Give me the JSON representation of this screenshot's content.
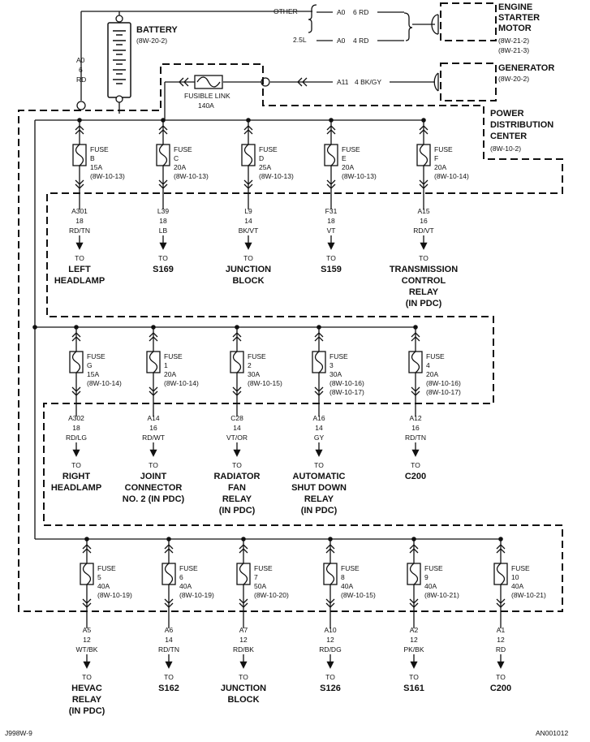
{
  "battery": {
    "title": "BATTERY",
    "ref": "(8W-20-2)",
    "wire_code": "A0",
    "wire_gauge": "6",
    "wire_color": "RD"
  },
  "starter": {
    "title_lines": [
      "ENGINE",
      "STARTER",
      "MOTOR"
    ],
    "refs": [
      "(8W-21-2)",
      "(8W-21-3)"
    ],
    "wires": [
      {
        "label": "OTHER",
        "circuit": "A0",
        "spec": "6 RD"
      },
      {
        "label": "2.5L",
        "circuit": "A0",
        "spec": "4 RD"
      }
    ]
  },
  "generator": {
    "title": "GENERATOR",
    "ref": "(8W-20-2)",
    "circuit": "A11",
    "spec": "4 BK/GY"
  },
  "fusible_link": {
    "title": "FUSIBLE LINK",
    "rating": "140A"
  },
  "pdc": {
    "title_lines": [
      "POWER",
      "DISTRIBUTION",
      "CENTER"
    ],
    "ref": "(8W-10-2)"
  },
  "rows": [
    {
      "fuses": [
        {
          "label": "FUSE",
          "id": "B",
          "amps": "15A",
          "refs": [
            "(8W-10-13)"
          ],
          "wire": [
            "A301",
            "18",
            "RD/TN"
          ],
          "to": "TO",
          "dest": [
            "LEFT",
            "HEADLAMP"
          ]
        },
        {
          "label": "FUSE",
          "id": "C",
          "amps": "20A",
          "refs": [
            "(8W-10-13)"
          ],
          "wire": [
            "L39",
            "18",
            "LB"
          ],
          "to": "TO",
          "dest": [
            "S169"
          ]
        },
        {
          "label": "FUSE",
          "id": "D",
          "amps": "25A",
          "refs": [
            "(8W-10-13)"
          ],
          "wire": [
            "L9",
            "14",
            "BK/VT"
          ],
          "to": "TO",
          "dest": [
            "JUNCTION",
            "BLOCK"
          ]
        },
        {
          "label": "FUSE",
          "id": "E",
          "amps": "20A",
          "refs": [
            "(8W-10-13)"
          ],
          "wire": [
            "F31",
            "18",
            "VT"
          ],
          "to": "TO",
          "dest": [
            "S159"
          ]
        },
        {
          "label": "FUSE",
          "id": "F",
          "amps": "20A",
          "refs": [
            "(8W-10-14)"
          ],
          "wire": [
            "A15",
            "16",
            "RD/VT"
          ],
          "to": "TO",
          "dest": [
            "TRANSMISSION",
            "CONTROL",
            "RELAY",
            "(IN PDC)"
          ]
        }
      ]
    },
    {
      "fuses": [
        {
          "label": "FUSE",
          "id": "G",
          "amps": "15A",
          "refs": [
            "(8W-10-14)"
          ],
          "wire": [
            "A302",
            "18",
            "RD/LG"
          ],
          "to": "TO",
          "dest": [
            "RIGHT",
            "HEADLAMP"
          ]
        },
        {
          "label": "FUSE",
          "id": "1",
          "amps": "20A",
          "refs": [
            "(8W-10-14)"
          ],
          "wire": [
            "A14",
            "16",
            "RD/WT"
          ],
          "to": "TO",
          "dest": [
            "JOINT",
            "CONNECTOR",
            "NO. 2 (IN PDC)"
          ]
        },
        {
          "label": "FUSE",
          "id": "2",
          "amps": "30A",
          "refs": [
            "(8W-10-15)"
          ],
          "wire": [
            "C28",
            "14",
            "VT/OR"
          ],
          "to": "TO",
          "dest": [
            "RADIATOR",
            "FAN",
            "RELAY",
            "(IN PDC)"
          ]
        },
        {
          "label": "FUSE",
          "id": "3",
          "amps": "30A",
          "refs": [
            "(8W-10-16)",
            "(8W-10-17)"
          ],
          "wire": [
            "A16",
            "14",
            "GY"
          ],
          "to": "TO",
          "dest": [
            "AUTOMATIC",
            "SHUT DOWN",
            "RELAY",
            "(IN PDC)"
          ]
        },
        {
          "label": "FUSE",
          "id": "4",
          "amps": "20A",
          "refs": [
            "(8W-10-16)",
            "(8W-10-17)"
          ],
          "wire": [
            "A12",
            "16",
            "RD/TN"
          ],
          "to": "TO",
          "dest": [
            "C200"
          ]
        }
      ]
    },
    {
      "fuses": [
        {
          "label": "FUSE",
          "id": "5",
          "amps": "40A",
          "refs": [
            "(8W-10-19)"
          ],
          "wire": [
            "A5",
            "12",
            "WT/BK"
          ],
          "to": "TO",
          "dest": [
            "HEVAC",
            "RELAY",
            "(IN PDC)"
          ]
        },
        {
          "label": "FUSE",
          "id": "6",
          "amps": "40A",
          "refs": [
            "(8W-10-19)"
          ],
          "wire": [
            "A6",
            "14",
            "RD/TN"
          ],
          "to": "TO",
          "dest": [
            "S162"
          ]
        },
        {
          "label": "FUSE",
          "id": "7",
          "amps": "50A",
          "refs": [
            "(8W-10-20)"
          ],
          "wire": [
            "A7",
            "12",
            "RD/BK"
          ],
          "to": "TO",
          "dest": [
            "JUNCTION",
            "BLOCK"
          ]
        },
        {
          "label": "FUSE",
          "id": "8",
          "amps": "40A",
          "refs": [
            "(8W-10-15)"
          ],
          "wire": [
            "A10",
            "12",
            "RD/DG"
          ],
          "to": "TO",
          "dest": [
            "S126"
          ]
        },
        {
          "label": "FUSE",
          "id": "9",
          "amps": "40A",
          "refs": [
            "(8W-10-21)"
          ],
          "wire": [
            "A2",
            "12",
            "PK/BK"
          ],
          "to": "TO",
          "dest": [
            "S161"
          ]
        },
        {
          "label": "FUSE",
          "id": "10",
          "amps": "40A",
          "refs": [
            "(8W-10-21)"
          ],
          "wire": [
            "A1",
            "12",
            "RD"
          ],
          "to": "TO",
          "dest": [
            "C200"
          ]
        }
      ]
    }
  ],
  "footer": {
    "left": "J998W-9",
    "right": "AN001012"
  }
}
